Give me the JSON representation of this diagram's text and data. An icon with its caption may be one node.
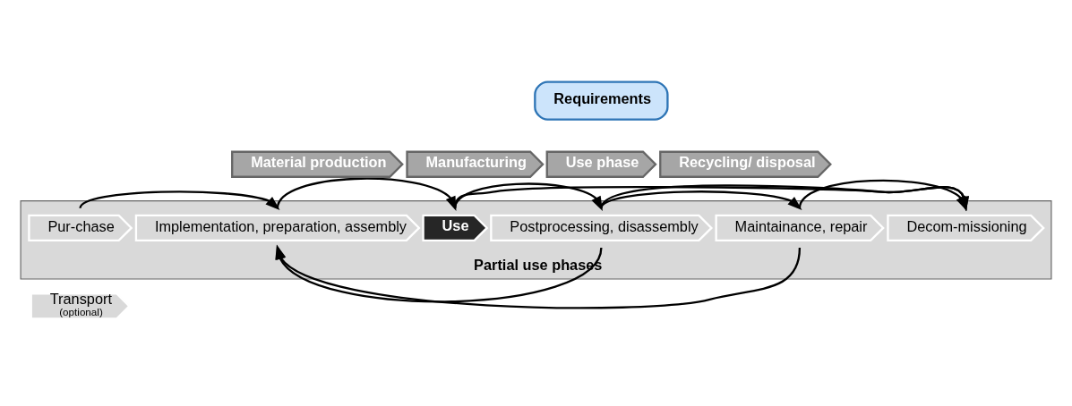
{
  "diagram": {
    "nodes": [
      {
        "text": [
          "Requirements"
        ]
      },
      {
        "text": [
          "Material production"
        ]
      },
      {
        "text": [
          "Manufacturing"
        ]
      },
      {
        "text": [
          "Use phase"
        ]
      },
      {
        "text": [
          "Recycling/ disposal"
        ]
      },
      {
        "text": [
          "Partial use phases"
        ]
      },
      {
        "text": [
          "Pur-chase"
        ],
        "in": 5
      },
      {
        "text": [
          "Implementation, preparation, assembly"
        ],
        "in": 5
      },
      {
        "text": [
          "Use"
        ],
        "in": 5
      },
      {
        "text": [
          "Postprocessing, disassembly"
        ],
        "in": 5
      },
      {
        "text": [
          "Maintainance, repair"
        ],
        "in": 5
      },
      {
        "text": [
          "Decom-missioning"
        ],
        "in": 5
      },
      {
        "text": [
          "Transport",
          "(optional)"
        ]
      }
    ],
    "edges": [
      {
        "from": 6,
        "to": 7,
        "arrow": "to"
      },
      {
        "from": 7,
        "to": 8,
        "arrow": "to"
      },
      {
        "from": 8,
        "to": 9,
        "arrow": "to"
      },
      {
        "from": 8,
        "to": 11,
        "arrow": "to"
      },
      {
        "from": 9,
        "to": 10,
        "arrow": "to"
      },
      {
        "from": 9,
        "to": 11,
        "arrow": "to"
      },
      {
        "from": 10,
        "to": 11,
        "arrow": "to"
      },
      {
        "from": 9,
        "to": 7,
        "arrow": "to"
      },
      {
        "from": 10,
        "to": 7,
        "arrow": "to"
      }
    ]
  }
}
